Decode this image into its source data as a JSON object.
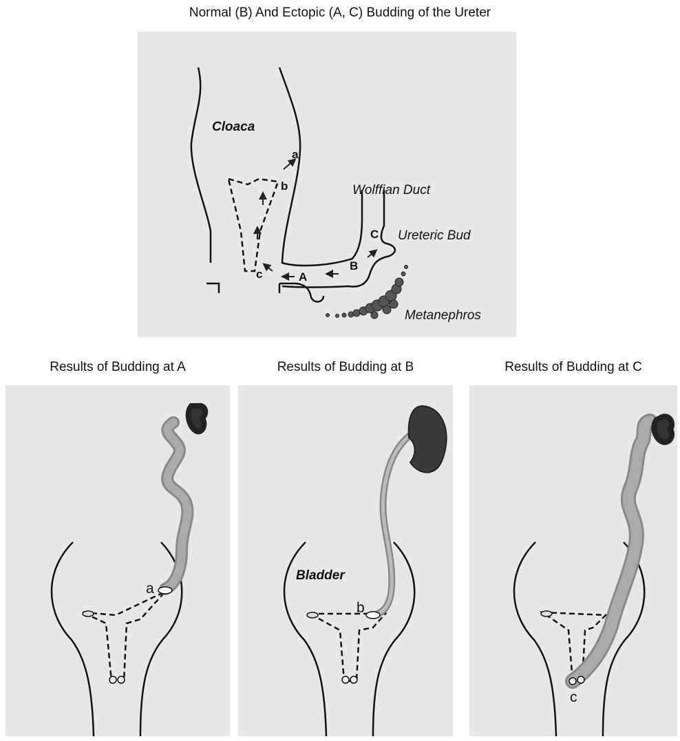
{
  "title": "Normal (B) And Ectopic (A, C) Budding of the Ureter",
  "top_diagram": {
    "cloaca": "Cloaca",
    "wolffian_duct": "Wolffian Duct",
    "ureteric_bud": "Ureteric Bud",
    "metanephros": "Metanephros",
    "points": {
      "A": "A",
      "B": "B",
      "C": "C",
      "a": "a",
      "b": "b",
      "c": "c"
    }
  },
  "panels": [
    {
      "title": "Results of Budding at A",
      "marker": "a"
    },
    {
      "title": "Results of Budding at B",
      "marker": "b",
      "bladder": "Bladder"
    },
    {
      "title": "Results of Budding at C",
      "marker": "c"
    }
  ],
  "colors": {
    "background": "#e7e7e7",
    "kidney_dark": "#3a3a3a",
    "ureter_gray": "#9a9a9a",
    "outline": "#111111"
  }
}
